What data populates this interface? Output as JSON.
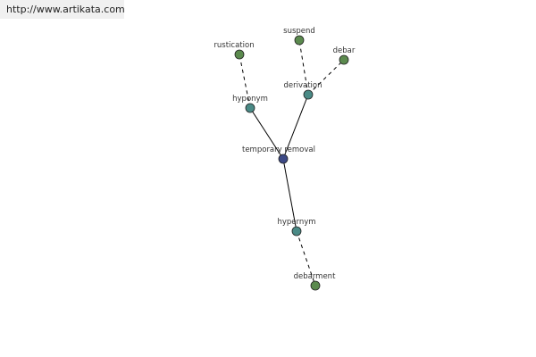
{
  "watermark": "http://www.artikata.com",
  "colors": {
    "leaf": "#5b8a4e",
    "relation": "#4a8a86",
    "center": "#3d4a86",
    "edge": "#000000"
  },
  "nodes": {
    "center": "temporary removal",
    "hyponym": "hyponym",
    "derivation": "derivation",
    "hypernym": "hypernym",
    "rustication": "rustication",
    "suspend": "suspend",
    "debar": "debar",
    "debarment": "debarment"
  }
}
